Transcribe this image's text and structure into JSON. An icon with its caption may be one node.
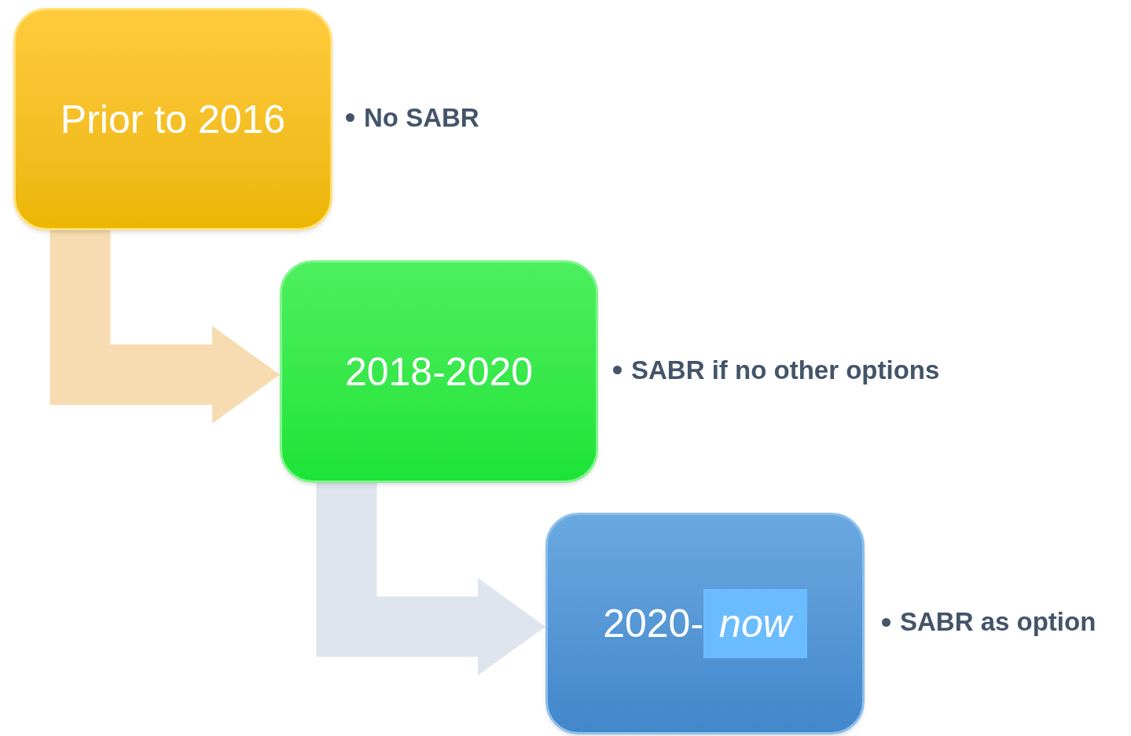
{
  "diagram": {
    "nodes": [
      {
        "text": [
          "Prior to 2016"
        ],
        "beside": [
          "No SABR"
        ]
      },
      {
        "text": [
          "2018-2020"
        ],
        "beside": [
          "SABR if no other options"
        ]
      },
      {
        "text": [
          "2020-*now*"
        ],
        "beside": [
          "SABR as option"
        ]
      }
    ],
    "edges": [
      {
        "from": 0,
        "to": 1,
        "arrow": "to",
        "color": "#f6dcb0"
      },
      {
        "from": 1,
        "to": 2,
        "arrow": "to",
        "color": "#dfe5ee"
      }
    ]
  }
}
